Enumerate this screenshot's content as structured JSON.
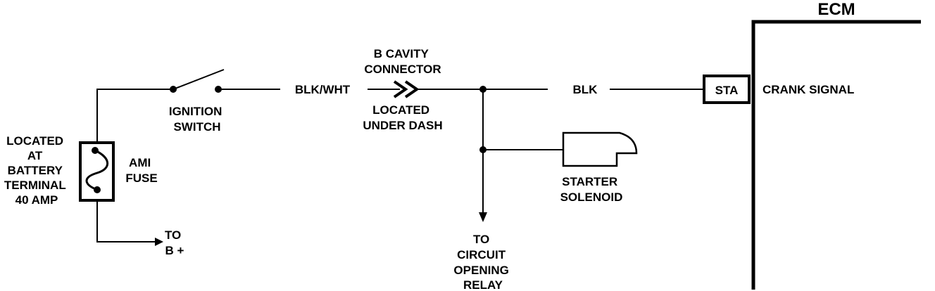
{
  "colors": {
    "line": "#000000",
    "background": "#ffffff"
  },
  "ecm": {
    "title": "ECM",
    "pin_label": "STA",
    "signal_label": "CRANK SIGNAL"
  },
  "fuse": {
    "location_lines": [
      "LOCATED",
      "AT",
      "BATTERY",
      "TERMINAL",
      "40 AMP"
    ],
    "name_lines": [
      "AMI",
      "FUSE"
    ]
  },
  "ignition_switch": {
    "label_lines": [
      "IGNITION",
      "SWITCH"
    ]
  },
  "wires": {
    "ignition_to_connector": "BLK/WHT",
    "splice_to_ecm": "BLK"
  },
  "connector": {
    "name_lines": [
      "B CAVITY",
      "CONNECTOR"
    ],
    "location_lines": [
      "LOCATED",
      "UNDER DASH"
    ]
  },
  "starter_solenoid": {
    "label_lines": [
      "STARTER",
      "SOLENOID"
    ]
  },
  "b_plus": {
    "label_lines": [
      "TO",
      "B +"
    ]
  },
  "circuit_opening_relay": {
    "label_lines": [
      "TO",
      "CIRCUIT",
      "OPENING",
      "RELAY"
    ]
  }
}
